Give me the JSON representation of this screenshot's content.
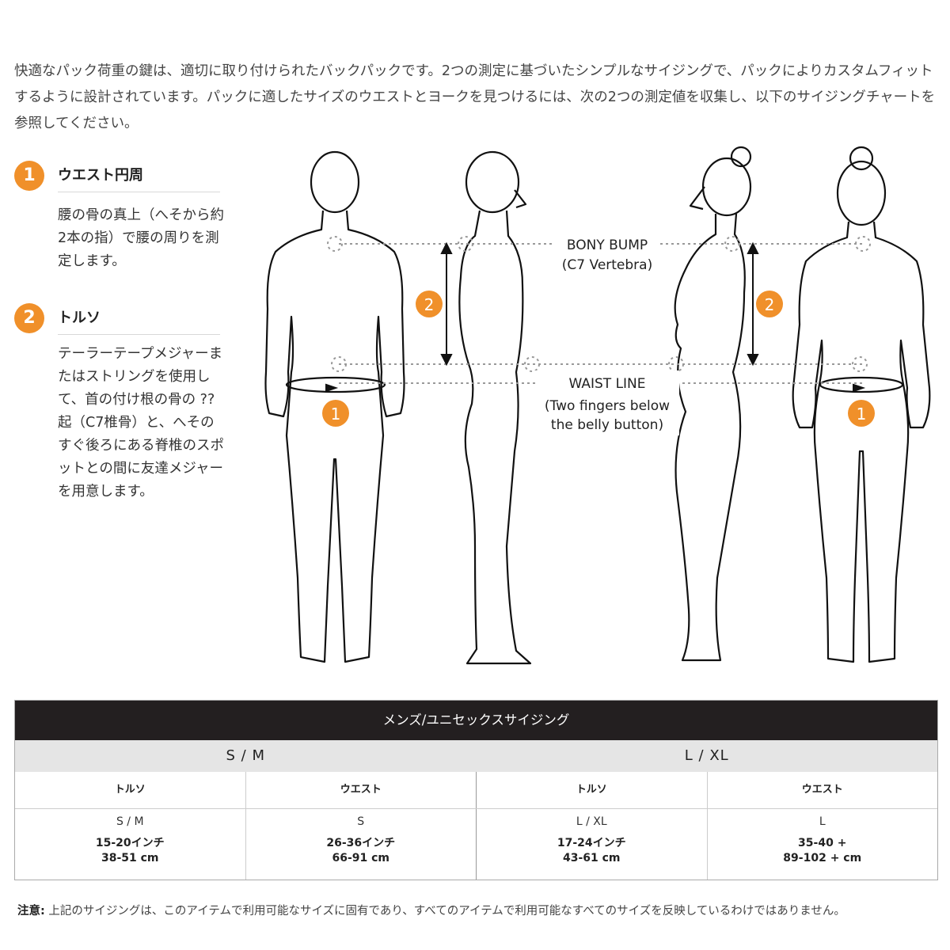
{
  "intro": "快適なパック荷重の鍵は、適切に取り付けられたバックパックです。2つの測定に基づいたシンプルなサイジングで、パックによりカスタムフィットするように設計されています。パックに適したサイズのウエストとヨークを見つけるには、次の2つの測定値を収集し、以下のサイジングチャートを参照してください。",
  "steps": [
    {
      "num": "1",
      "title": "ウエスト円周",
      "body": "腰の骨の真上（へそから約2本の指）で腰の周りを測定します。"
    },
    {
      "num": "2",
      "title": "トルソ",
      "body": "テーラーテープメジャーまたはストリングを使用して、首の付け根の骨の ?? 起（C7椎骨）と、へそのすぐ後ろにある脊椎のスポットとの間に友達メジャーを用意します。"
    }
  ],
  "figure": {
    "bony_bump": "BONY BUMP",
    "bony_bump_sub": "(C7 Vertebra)",
    "waist_line": "WAIST LINE",
    "waist_sub1": "(Two fingers below",
    "waist_sub2": "the belly button)",
    "marker1": "1",
    "marker2": "2",
    "accent": "#f0902a"
  },
  "table": {
    "title": "メンズ/ユニセックスサイジング",
    "groups": [
      "S / M",
      "L / XL"
    ],
    "headers": [
      "トルソ",
      "ウエスト",
      "トルソ",
      "ウエスト"
    ],
    "cells": [
      {
        "size": "S / M",
        "v1": "15-20インチ",
        "v2": "38-51 cm"
      },
      {
        "size": "S",
        "v1": "26-36インチ",
        "v2": "66-91 cm"
      },
      {
        "size": "L / XL",
        "v1": "17-24インチ",
        "v2": "43-61 cm"
      },
      {
        "size": "L",
        "v1": "35-40 +",
        "v2": "89-102 + cm"
      }
    ]
  },
  "note": {
    "label": "注意:",
    "text": " 上記のサイジングは、このアイテムで利用可能なサイズに固有であり、すべてのアイテムで利用可能なすべてのサイズを反映しているわけではありません。"
  }
}
